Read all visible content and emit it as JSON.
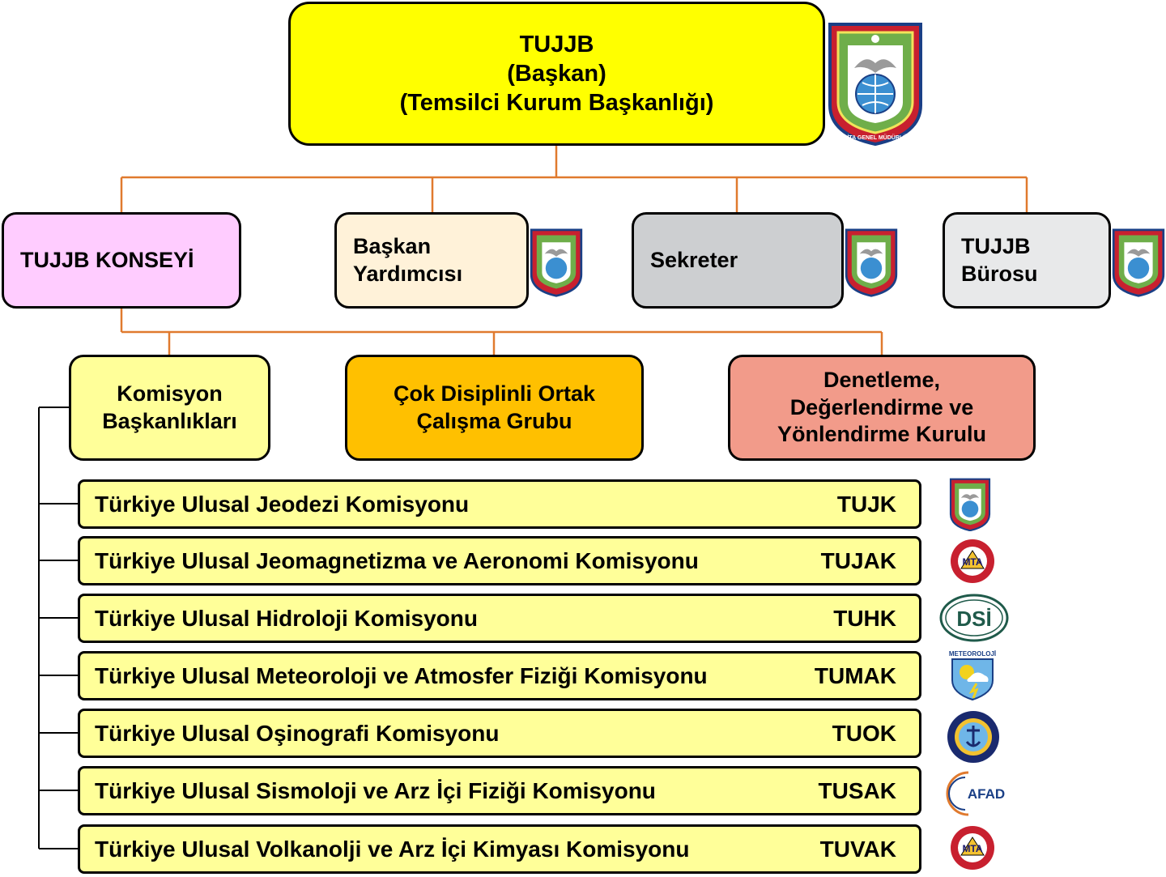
{
  "colors": {
    "root": "#ffff00",
    "council": "#ffccff",
    "vice": "#fff2d9",
    "secretary": "#cdcfd1",
    "bureau": "#e8e9ea",
    "commission": "#ffff99",
    "working_group": "#ffc000",
    "board": "#f29b8a",
    "row": "#ffff99",
    "connector_orange": "#e07a2e",
    "connector_black": "#000000"
  },
  "root": {
    "title": "TUJJB\n(Başkan)\n(Temsilci Kurum Başkanlığı)",
    "emblem_text": "HARİTA GENEL MÜDÜRLÜĞÜ"
  },
  "level2": [
    {
      "label": "TUJJB KONSEYİ"
    },
    {
      "label": "Başkan\nYardımcısı"
    },
    {
      "label": "Sekreter"
    },
    {
      "label": "TUJJB\nBürosu"
    }
  ],
  "level3": [
    {
      "label": "Komisyon\nBaşkanlıkları"
    },
    {
      "label": "Çok Disiplinli Ortak\nÇalışma Grubu"
    },
    {
      "label": "Denetleme,\nDeğerlendirme ve\nYönlendirme Kurulu"
    }
  ],
  "commissions": [
    {
      "name": "Türkiye Ulusal Jeodezi Komisyonu",
      "code": "TUJK",
      "logo": "hgm-emblem"
    },
    {
      "name": "Türkiye Ulusal Jeomagnetizma ve Aeronomi Komisyonu",
      "code": "TUJAK",
      "logo": "mta-logo",
      "logo_text": "MTA"
    },
    {
      "name": "Türkiye Ulusal Hidroloji Komisyonu",
      "code": "TUHK",
      "logo": "dsi-logo",
      "logo_text": "DSİ"
    },
    {
      "name": "Türkiye Ulusal Meteoroloji ve Atmosfer Fiziği Komisyonu",
      "code": "TUMAK",
      "logo": "meteoroloji-logo",
      "logo_text": "METEOROLOJİ"
    },
    {
      "name": "Türkiye Ulusal Oşinografi Komisyonu",
      "code": "TUOK",
      "logo": "shodb-logo"
    },
    {
      "name": "Türkiye Ulusal Sismoloji ve Arz İçi Fiziği Komisyonu",
      "code": "TUSAK",
      "logo": "afad-logo",
      "logo_text": "AFAD"
    },
    {
      "name": "Türkiye Ulusal Volkanolji ve Arz İçi Kimyası Komisyonu",
      "code": "TUVAK",
      "logo": "mta-logo",
      "logo_text": "MTA"
    }
  ]
}
